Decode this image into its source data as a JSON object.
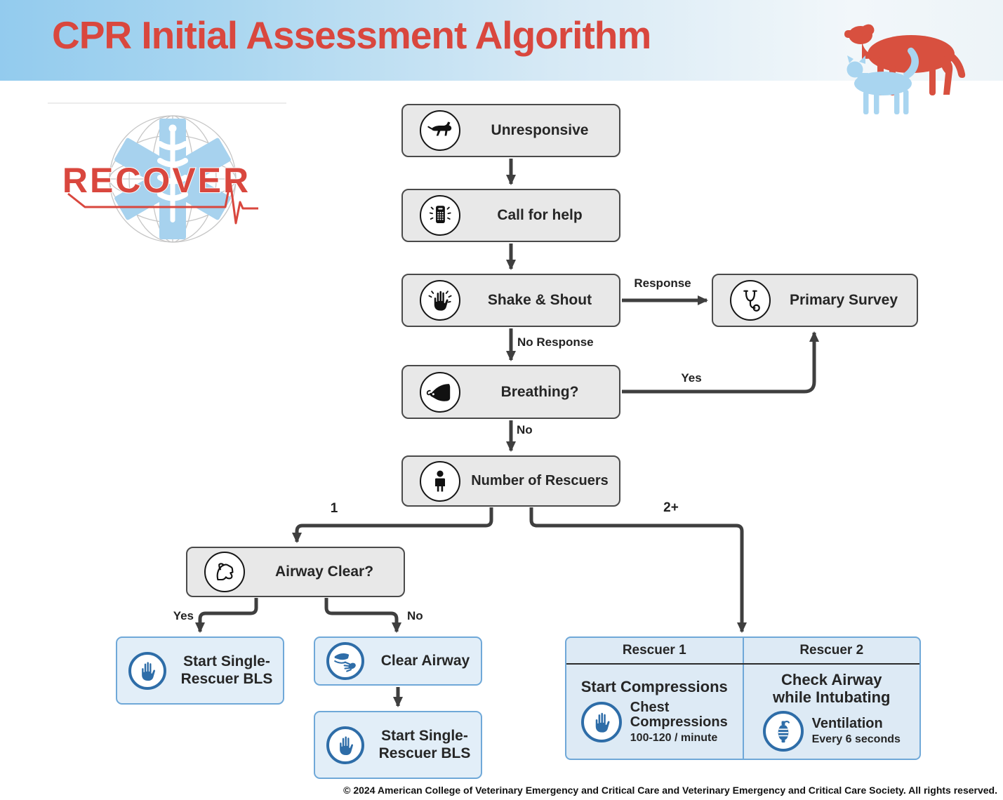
{
  "colors": {
    "accent_red": "#d9473e",
    "header_blue": "#93cbee",
    "box_gray_fill": "#e8e8e8",
    "box_gray_border": "#4a4a4a",
    "blue_box_fill": "#e2eef8",
    "blue_box_border": "#6fa8d8",
    "icon_blue": "#2e6da8",
    "arrow_gray": "#3f3f3f"
  },
  "header": {
    "title": "CPR Initial Assessment Algorithm"
  },
  "logo": {
    "wordmark": "RECOVER"
  },
  "flow": {
    "unresponsive": {
      "label": "Unresponsive",
      "icon": "dog-lying-icon"
    },
    "call_for_help": {
      "label": "Call for help",
      "icon": "phone-icon"
    },
    "shake_shout": {
      "label": "Shake & Shout",
      "icon": "shaking-hand-icon"
    },
    "primary_survey": {
      "label": "Primary Survey",
      "icon": "stethoscope-icon"
    },
    "breathing": {
      "label": "Breathing?",
      "icon": "dog-muzzle-breath-icon"
    },
    "rescuers": {
      "label": "Number of Rescuers",
      "icon": "person-icon"
    },
    "airway_clear": {
      "label": "Airway Clear?",
      "icon": "dog-head-outline-icon"
    },
    "bls_left": {
      "line1": "Start Single-",
      "line2": "Rescuer BLS",
      "icon": "hand-icon"
    },
    "clear_airway": {
      "label": "Clear Airway",
      "icon": "clear-airway-icon"
    },
    "bls_bottom": {
      "line1": "Start Single-",
      "line2": "Rescuer BLS",
      "icon": "hand-icon"
    }
  },
  "edge_labels": {
    "response": "Response",
    "no_response": "No Response",
    "yes_breathing": "Yes",
    "no_breathing": "No",
    "one_rescuer": "1",
    "two_plus_rescuers": "2+",
    "airway_yes": "Yes",
    "airway_no": "No"
  },
  "rescuer_table": {
    "col1": {
      "header": "Rescuer 1",
      "title": "Start Compressions",
      "task_line1": "Chest",
      "task_line2": "Compressions",
      "detail": "100-120 / minute",
      "icon": "hand-icon"
    },
    "col2": {
      "header": "Rescuer 2",
      "title_line1": "Check Airway",
      "title_line2": "while Intubating",
      "task": "Ventilation",
      "detail": "Every 6 seconds",
      "icon": "ambu-bag-icon"
    }
  },
  "footer": {
    "copyright": "© 2024 American College of Veterinary Emergency and Critical Care and Veterinary Emergency and Critical Care Society. All rights reserved."
  }
}
